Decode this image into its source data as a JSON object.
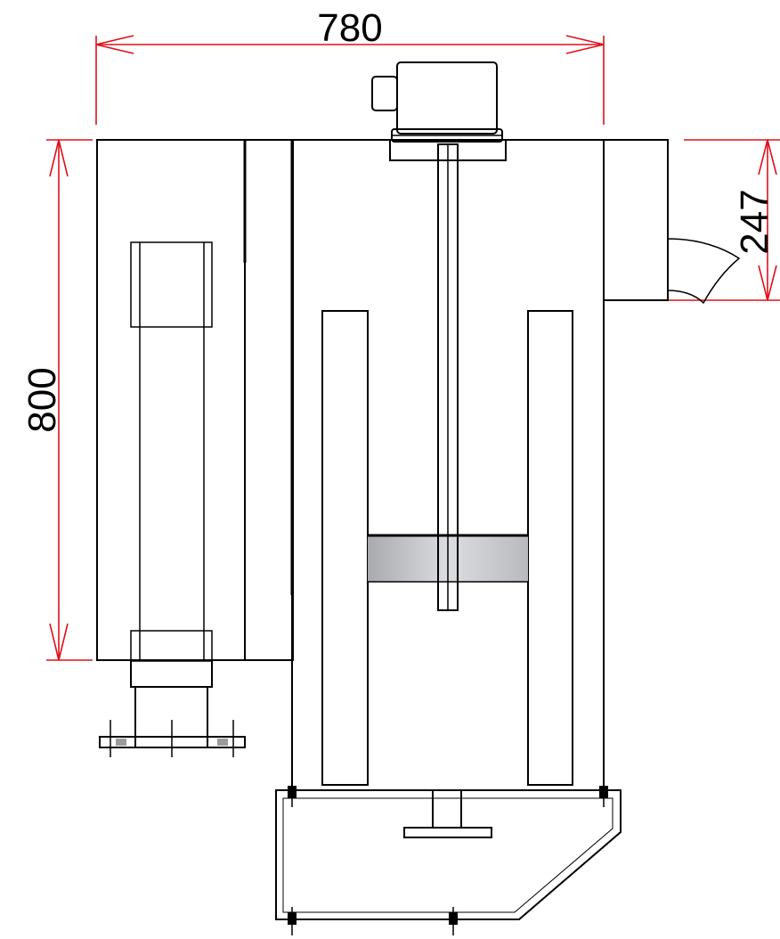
{
  "dimensions": {
    "width_label": "780",
    "height_label": "800",
    "outlet_label": "247"
  },
  "colors": {
    "dimension_line": "#e0101a",
    "body_light": "#d4d5d8",
    "body_dark": "#8f9094",
    "motor_yellow": "#f5d632",
    "pipe_red": "#d6142a",
    "pipe_blue": "#2a22c8",
    "filter_pink": "#e8b6e0"
  }
}
